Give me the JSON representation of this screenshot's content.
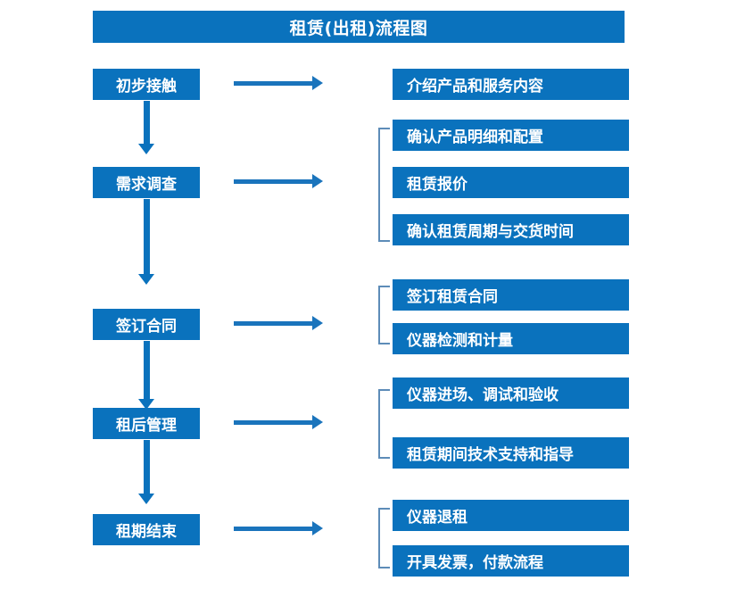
{
  "diagram": {
    "title": "租赁(出租)流程图",
    "colors": {
      "node_fill": "#0a72bd",
      "node_text": "#ffffff",
      "arrow": "#1a74bc",
      "bracket": "#5d8cb8",
      "background": "#ffffff"
    },
    "stages": [
      {
        "label": "初步接触",
        "details": [
          "介绍产品和服务内容"
        ]
      },
      {
        "label": "需求调查",
        "details": [
          "确认产品明细和配置",
          "租赁报价",
          "确认租赁周期与交货时间"
        ]
      },
      {
        "label": "签订合同",
        "details": [
          "签订租赁合同",
          "仪器检测和计量"
        ]
      },
      {
        "label": "租后管理",
        "details": [
          "仪器进场、调试和验收",
          "租赁期间技术支持和指导"
        ]
      },
      {
        "label": "租期结束",
        "details": [
          "仪器退租",
          "开具发票，付款流程"
        ]
      }
    ]
  }
}
